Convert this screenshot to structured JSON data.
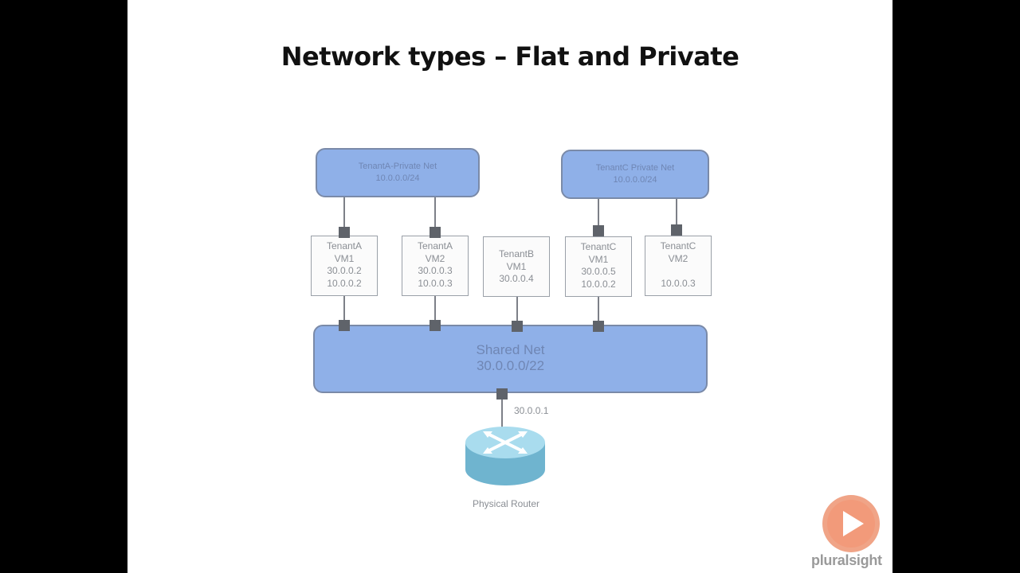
{
  "slide": {
    "title": "Network types – Flat and Private"
  },
  "networks": {
    "tenantA_private": {
      "name": "TenantA-Private Net",
      "cidr": "10.0.0.0/24"
    },
    "tenantC_private": {
      "name": "TenantC Private Net",
      "cidr": "10.0.0.0/24"
    },
    "shared": {
      "name": "Shared Net",
      "cidr": "30.0.0.0/22"
    }
  },
  "vms": [
    {
      "tenant": "TenantA",
      "vm": "VM1",
      "ip1": "30.0.0.2",
      "ip2": "10.0.0.2"
    },
    {
      "tenant": "TenantA",
      "vm": "VM2",
      "ip1": "30.0.0.3",
      "ip2": "10.0.0.3"
    },
    {
      "tenant": "TenantB",
      "vm": "VM1",
      "ip1": "30.0.0.4",
      "ip2": ""
    },
    {
      "tenant": "TenantC",
      "vm": "VM1",
      "ip1": "30.0.0.5",
      "ip2": "10.0.0.2"
    },
    {
      "tenant": "TenantC",
      "vm": "VM2",
      "ip1": "",
      "ip2": "10.0.0.3"
    }
  ],
  "router": {
    "label": "Physical Router",
    "gateway_ip": "30.0.0.1",
    "icon": "router-icon"
  },
  "branding": {
    "logo_text": "pluralsight",
    "logo_icon": "play-icon",
    "accent": "#f0a487"
  },
  "colors": {
    "network_fill": "#8fb0e8",
    "port": "#5f636a",
    "router_fill": "#7cc3dd"
  }
}
